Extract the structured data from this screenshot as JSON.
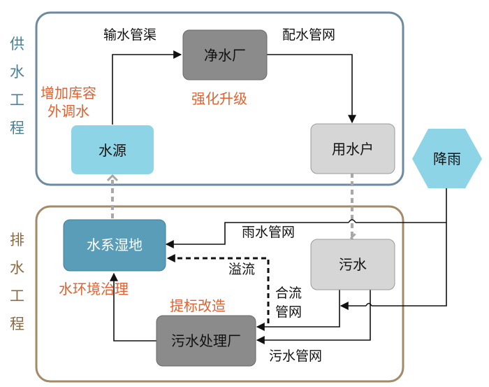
{
  "groups": {
    "supply": {
      "label_chars": [
        "供",
        "水",
        "工",
        "程"
      ],
      "border_color": "#6d8aa0",
      "label_color": "#4a7f95"
    },
    "drainage": {
      "label_chars": [
        "排",
        "水",
        "工",
        "程"
      ],
      "border_color": "#a48a66",
      "label_color": "#8a6a45"
    }
  },
  "nodes": {
    "water_source": {
      "label": "水源",
      "color": "#8dd4e6"
    },
    "purification_plant": {
      "label": "净水厂",
      "color": "#8b8b8b"
    },
    "water_users": {
      "label": "用水户",
      "color": "#d6d6d6"
    },
    "rainfall": {
      "label": "降雨",
      "color": "#8dd4e6"
    },
    "wetland": {
      "label": "水系湿地",
      "color": "#5a9db8",
      "text_color": "#ffffff"
    },
    "sewage": {
      "label": "污水",
      "color": "#d6d6d6"
    },
    "treatment_plant": {
      "label": "污水处理厂",
      "color": "#8b8b8b"
    }
  },
  "edge_labels": {
    "transmission": "输水管渠",
    "distribution": "配水管网",
    "storm_sewer": "雨水管网",
    "overflow": "溢流",
    "combined_line1": "合流",
    "combined_line2": "管网",
    "sanitary_sewer": "污水管网"
  },
  "annotations": {
    "increase_storage_line1": "增加库容",
    "increase_storage_line2": "外调水",
    "upgrade": "强化升级",
    "water_env": "水环境治理",
    "standard_upgrade": "提标改造",
    "color": "#e2622f"
  }
}
